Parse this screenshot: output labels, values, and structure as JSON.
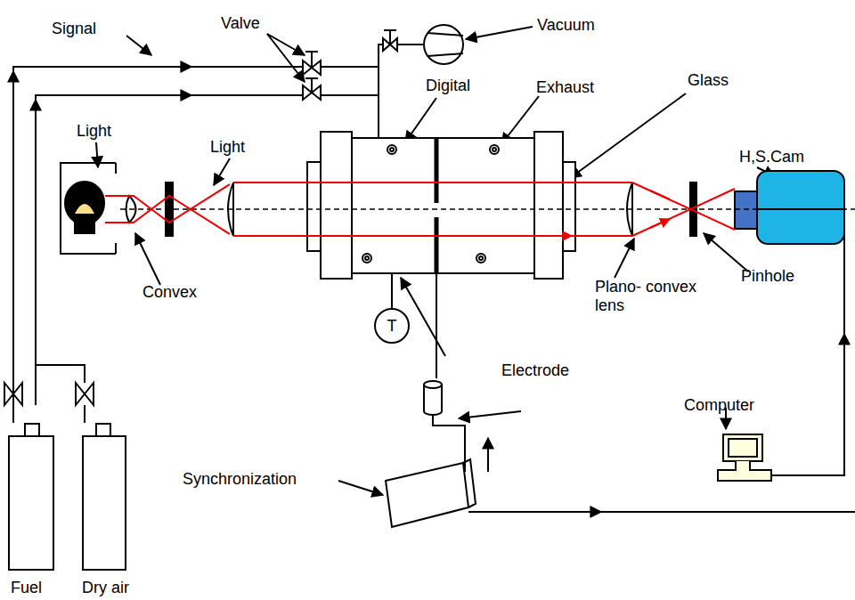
{
  "diagram": {
    "nodes": [
      {
        "text": [
          "T"
        ]
      }
    ],
    "labels": [
      "Signal",
      "Valve",
      "Vacuum",
      "Digital",
      "Exhaust",
      "Glass",
      "Light",
      "Light",
      "H,S.Cam",
      "Convex",
      "Plano- convex lens",
      "Pinhole",
      "Electrode",
      "Computer",
      "Synchronization",
      "Fuel",
      "Dry air"
    ]
  }
}
